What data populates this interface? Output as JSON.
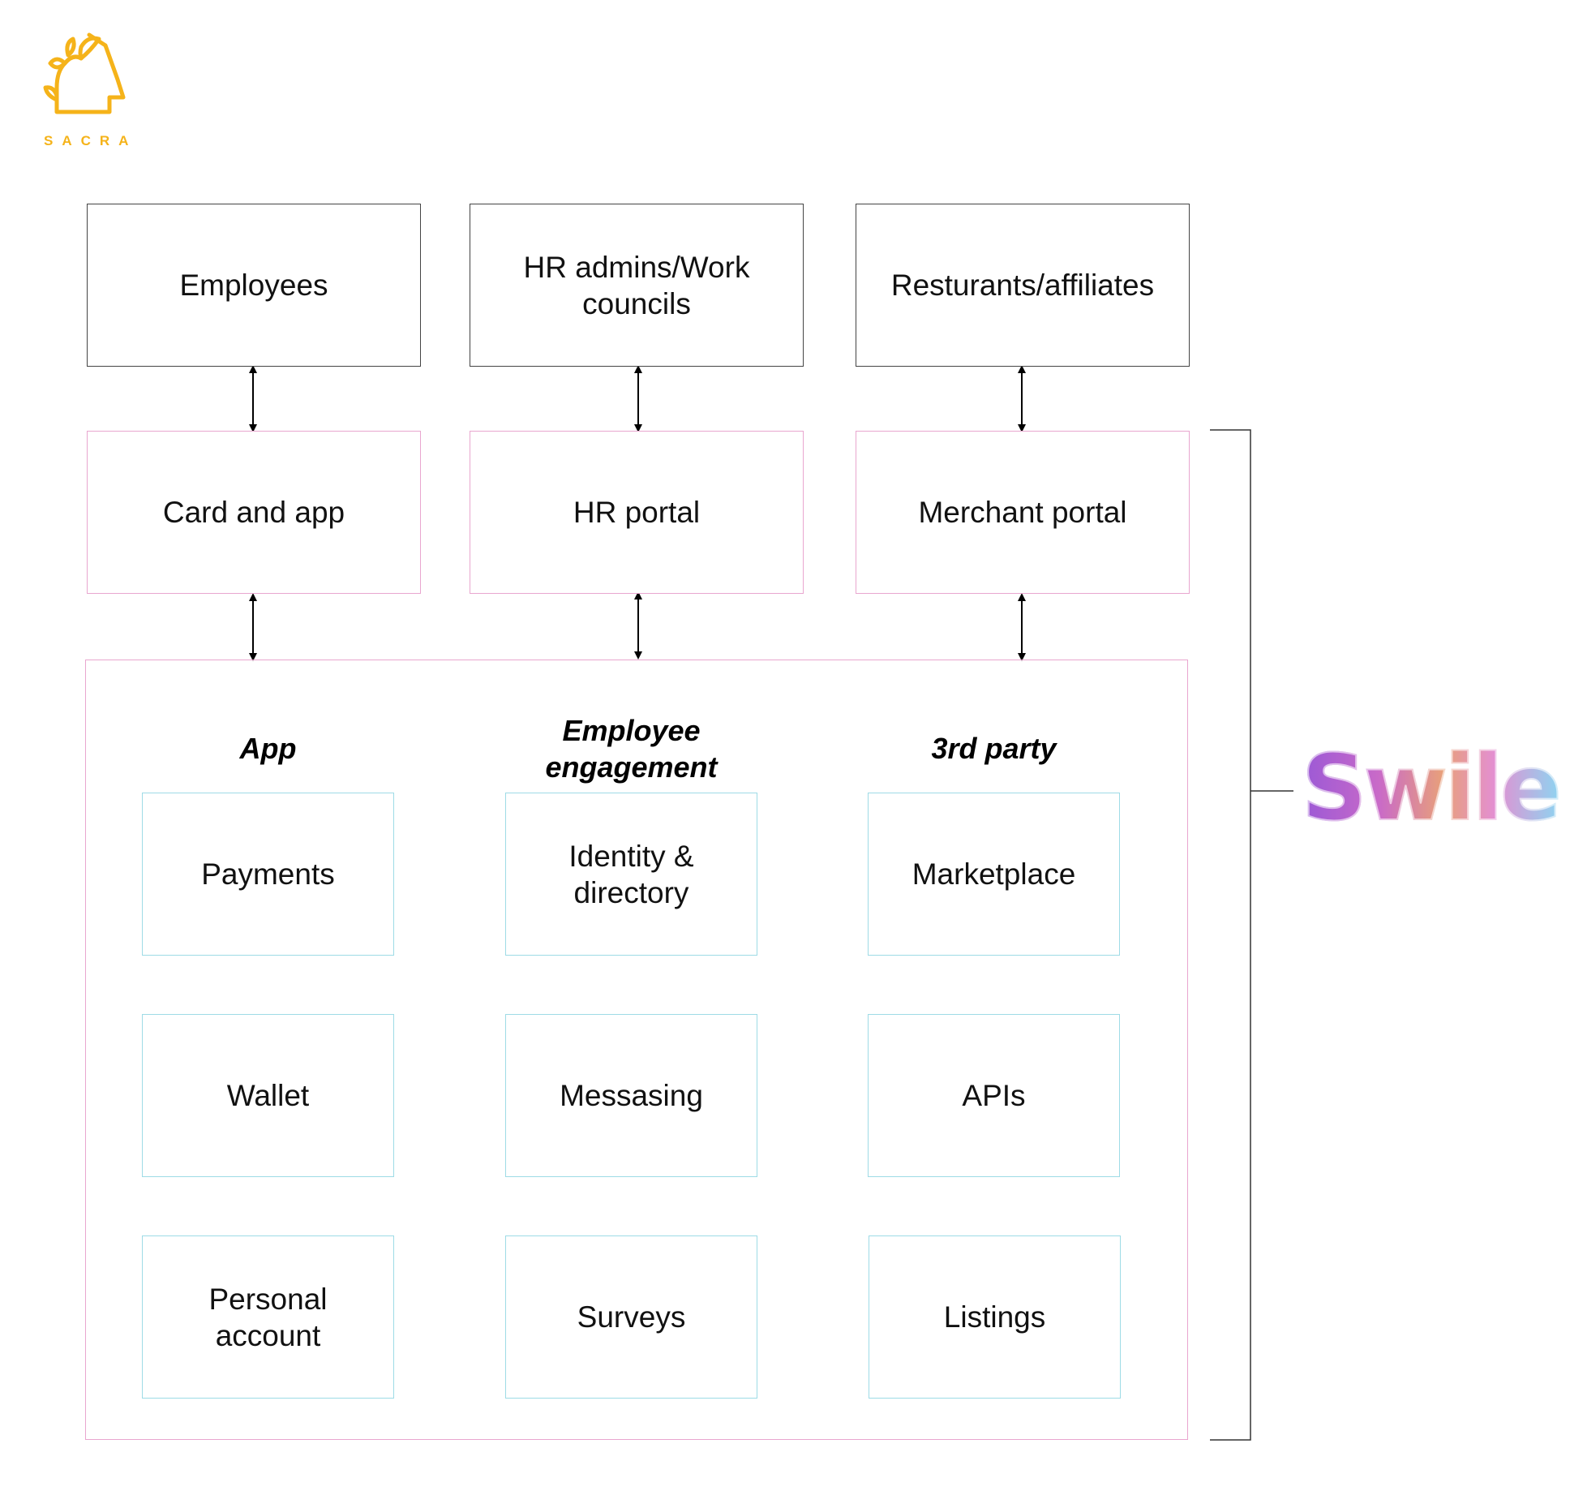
{
  "brand": {
    "sacra_label": "SACRA",
    "sacra_color": "#f5b31a",
    "swile_label": "Swile"
  },
  "colors": {
    "actor_border": "#444444",
    "portal_border": "#e9a6cf",
    "module_border": "#9edbe6",
    "arrow": "#000000"
  },
  "actors": [
    {
      "label": "Employees"
    },
    {
      "label": "HR admins/Work councils"
    },
    {
      "label": "Resturants/affiliates"
    }
  ],
  "portals": [
    {
      "label": "Card and app"
    },
    {
      "label": "HR portal"
    },
    {
      "label": "Merchant portal"
    }
  ],
  "platform": {
    "columns": [
      {
        "heading": "App",
        "modules": [
          "Payments",
          "Wallet",
          "Personal account"
        ]
      },
      {
        "heading": "Employee engagement",
        "modules": [
          "Identity & directory",
          "Messasing",
          "Surveys"
        ]
      },
      {
        "heading": "3rd party",
        "modules": [
          "Marketplace",
          "APIs",
          "Listings"
        ]
      }
    ]
  }
}
